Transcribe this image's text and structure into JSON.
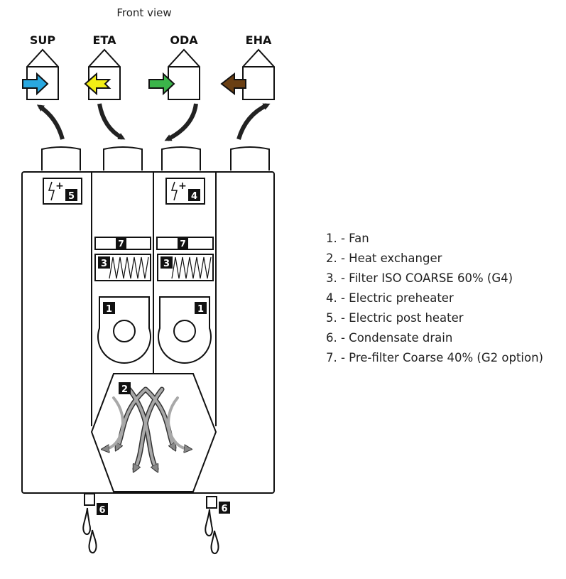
{
  "title": "Front view",
  "ducts": [
    {
      "label": "SUP",
      "arrow_color": "#29a8e0"
    },
    {
      "label": "ETA",
      "arrow_color": "#f3ee16"
    },
    {
      "label": "ODA",
      "arrow_color": "#3bb44a"
    },
    {
      "label": "EHA",
      "arrow_color": "#6a3f13"
    }
  ],
  "component_numbers": {
    "fan": "1",
    "heat_exchanger": "2",
    "filter": "3",
    "preheater": "4",
    "post_heater": "5",
    "condensate_drain": "6",
    "prefilter": "7"
  },
  "heater_symbol": "+",
  "legend": [
    "1. - Fan",
    "2. - Heat exchanger",
    "3. - Filter ISO COARSE 60% (G4)",
    "4. - Electric preheater",
    "5. - Electric post heater",
    "6. - Condensate drain",
    "7. - Pre-filter Coarse 40% (G2 option)"
  ]
}
